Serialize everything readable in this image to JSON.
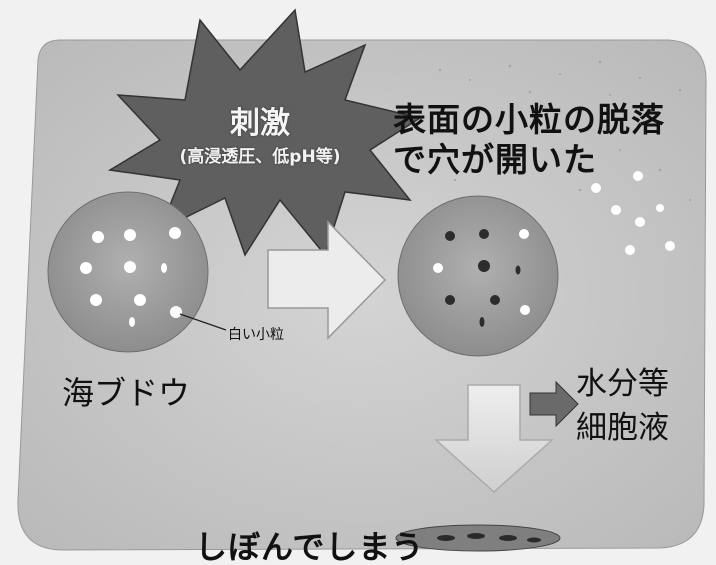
{
  "diagram": {
    "burst": {
      "title": "刺激",
      "subtitle": "(高浸透圧、低pH等)"
    },
    "headline": {
      "line1": "表面の小粒の脱落",
      "line2": "で穴が開いた"
    },
    "labels": {
      "white_grain": "白い小粒",
      "sea_grape": "海ブドウ",
      "fluid_line1": "水分等",
      "fluid_line2": "細胞液",
      "result": "しぼんでしまう"
    },
    "colors": {
      "panel": "#c9c9c9",
      "cell_fill": "#9e9e9e",
      "burst_fill": "#5e5e5e",
      "arrow_fill": "#e8e8e8"
    }
  }
}
